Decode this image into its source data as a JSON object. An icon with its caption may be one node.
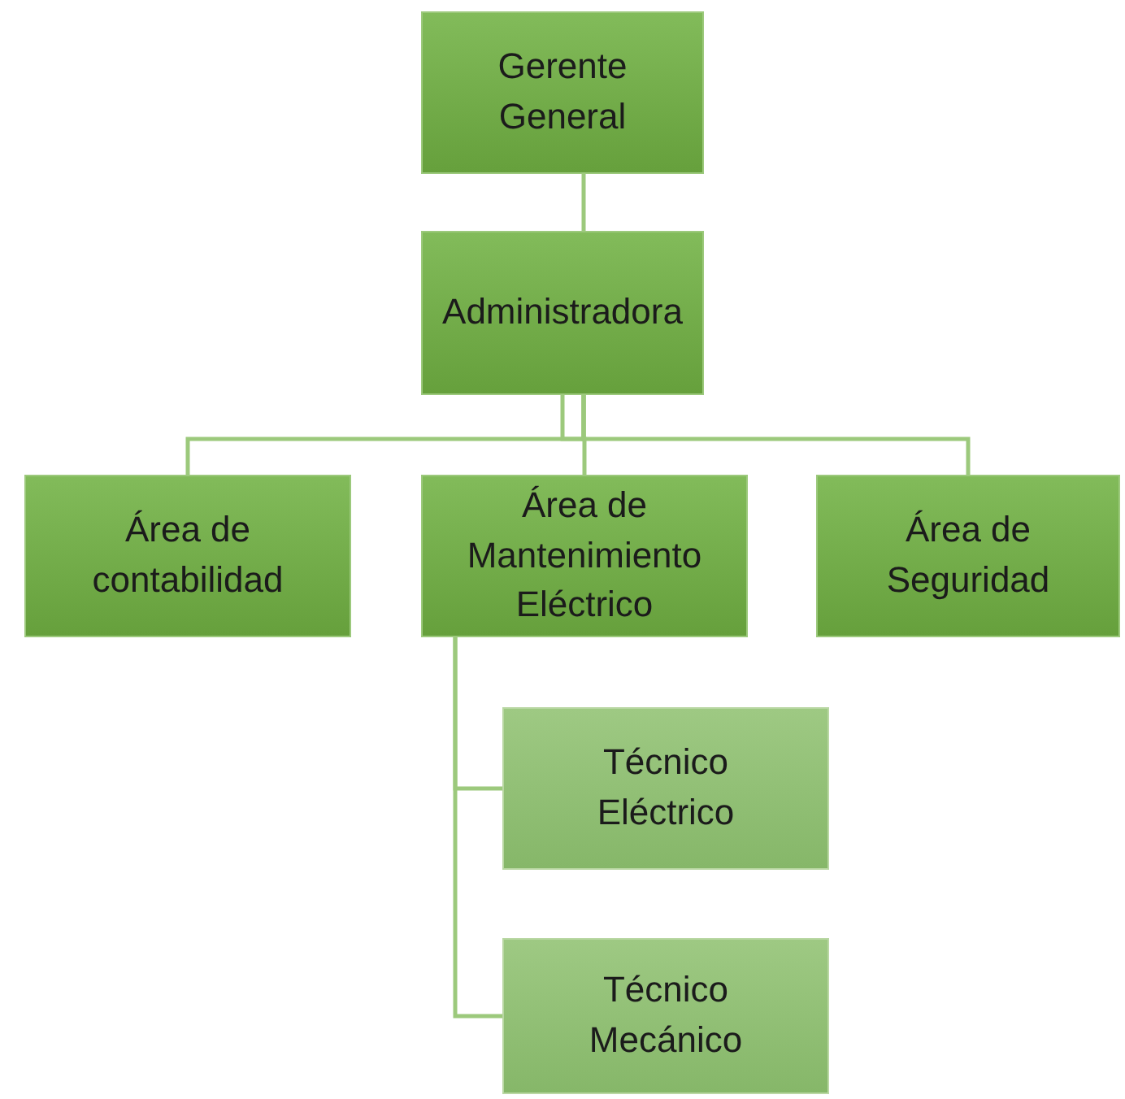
{
  "diagram": {
    "nodes": [
      {
        "text": [
          "Gerente General"
        ]
      },
      {
        "text": [
          "Administradora"
        ]
      },
      {
        "text": [
          "Área de contabilidad"
        ]
      },
      {
        "text": [
          "Área de Mantenimiento Eléctrico"
        ]
      },
      {
        "text": [
          "Área de Seguridad"
        ]
      },
      {
        "text": [
          "Técnico Eléctrico"
        ]
      },
      {
        "text": [
          "Técnico Mecánico"
        ]
      }
    ],
    "edges": [
      {
        "from": 0,
        "to": 1,
        "arrow": "none"
      },
      {
        "from": 1,
        "to": 2,
        "arrow": "none"
      },
      {
        "from": 1,
        "to": 3,
        "arrow": "none"
      },
      {
        "from": 1,
        "to": 4,
        "arrow": "none"
      },
      {
        "from": 3,
        "to": 5,
        "arrow": "none"
      },
      {
        "from": 3,
        "to": 6,
        "arrow": "none"
      }
    ]
  }
}
